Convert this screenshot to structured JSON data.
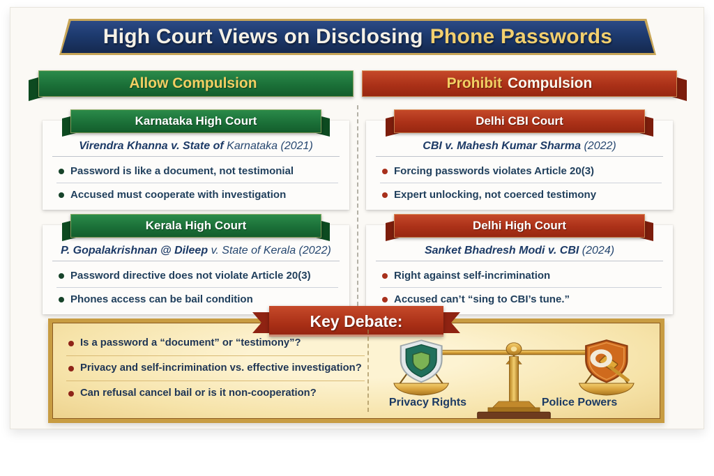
{
  "page": {
    "title": {
      "white_part": "High Court Views on Disclosing",
      "gold_part": "Phone Passwords"
    }
  },
  "columns": {
    "allow": {
      "header": {
        "gold_part": "Allow Compulsion",
        "white_part": ""
      },
      "cards": [
        {
          "court": "Karnataka High Court",
          "case_bold": "Virendra Khanna v. State of",
          "case_light": "Karnataka (2021)",
          "points": [
            "Password is like a document, not testimonial",
            "Accused must cooperate with investigation"
          ]
        },
        {
          "court": "Kerala High Court",
          "case_bold": "P. Gopalakrishnan @ Dileep",
          "case_light": "v. State of Kerala (2022)",
          "points": [
            "Password directive does not violate Article 20(3)",
            "Phones access can be bail condition"
          ]
        }
      ]
    },
    "prohibit": {
      "header": {
        "gold_part": "Prohibit",
        "white_part": "Compulsion"
      },
      "cards": [
        {
          "court": "Delhi CBI Court",
          "case_bold": "CBI v. Mahesh Kumar Sharma",
          "case_light": "(2022)",
          "points": [
            "Forcing passwords violates Article 20(3)",
            "Expert unlocking, not coerced testimony"
          ]
        },
        {
          "court": "Delhi High Court",
          "case_bold": "Sanket Bhadresh Modi v. CBI",
          "case_light": "(2024)",
          "points": [
            "Right against self-incrimination",
            "Accused can’t “sing to CBI’s tune.”"
          ]
        }
      ]
    }
  },
  "key_debate": {
    "label": "Key Debate:",
    "questions": [
      "Is a password a “document” or “testimony”?",
      "Privacy and self-incrimination vs. effective investigation?",
      "Can refusal cancel bail or is it non-cooperation?"
    ],
    "scale": {
      "left_label": "Privacy Rights",
      "right_label": "Police Powers"
    }
  },
  "icons": {
    "balance_scale": "gold-balance-scale",
    "privacy_shield": "green-shield",
    "police_shield": "orange-shield-with-lens-and-gavel"
  },
  "colors": {
    "navy": "#1d3a6e",
    "green": "#1b7038",
    "red": "#ab3118",
    "gold": "#f2cf6e",
    "parchment": "#f6e3a9",
    "text_navy": "#21405d"
  }
}
